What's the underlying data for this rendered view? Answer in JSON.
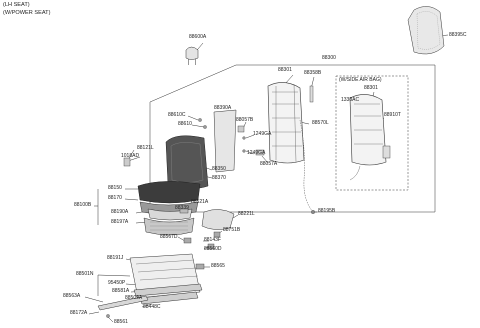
{
  "header": {
    "line1": "(LH SEAT)",
    "line2": "(W/POWER SEAT)"
  },
  "inset": {
    "title": "(W/SIDE AIR BAG)"
  },
  "labels": [
    {
      "key": "88600A",
      "text": "88600A"
    },
    {
      "key": "88395C",
      "text": "88395C"
    },
    {
      "key": "88300",
      "text": "88300"
    },
    {
      "key": "88301a",
      "text": "88301"
    },
    {
      "key": "88358B",
      "text": "88358B"
    },
    {
      "key": "88301b",
      "text": "88301"
    },
    {
      "key": "1338AC",
      "text": "1338AC"
    },
    {
      "key": "88910T",
      "text": "88910T"
    },
    {
      "key": "88390A",
      "text": "88390A"
    },
    {
      "key": "88610C",
      "text": "88610C"
    },
    {
      "key": "88610",
      "text": "88610"
    },
    {
      "key": "88057B",
      "text": "88057B"
    },
    {
      "key": "1249GA_a",
      "text": "1249GA"
    },
    {
      "key": "88570L",
      "text": "88570L"
    },
    {
      "key": "1249GA_b",
      "text": "1249GA"
    },
    {
      "key": "88057A",
      "text": "88057A"
    },
    {
      "key": "88121L",
      "text": "88121L"
    },
    {
      "key": "1018AD",
      "text": "1018AD"
    },
    {
      "key": "88350",
      "text": "88350"
    },
    {
      "key": "88370",
      "text": "88370"
    },
    {
      "key": "88150",
      "text": "88150"
    },
    {
      "key": "88170",
      "text": "88170"
    },
    {
      "key": "88100B",
      "text": "88100B"
    },
    {
      "key": "88190A",
      "text": "88190A"
    },
    {
      "key": "88197A",
      "text": "88197A"
    },
    {
      "key": "88521A",
      "text": "88521A"
    },
    {
      "key": "88339",
      "text": "88339"
    },
    {
      "key": "88221L",
      "text": "88221L"
    },
    {
      "key": "88195B",
      "text": "88195B"
    },
    {
      "key": "88567D",
      "text": "88567D"
    },
    {
      "key": "88751B",
      "text": "88751B"
    },
    {
      "key": "88143F",
      "text": "88143F"
    },
    {
      "key": "88560D",
      "text": "88560D"
    },
    {
      "key": "88191J",
      "text": "88191J"
    },
    {
      "key": "88565",
      "text": "88565"
    },
    {
      "key": "88501N",
      "text": "88501N"
    },
    {
      "key": "95450P",
      "text": "95450P"
    },
    {
      "key": "88581A",
      "text": "88581A"
    },
    {
      "key": "88563A",
      "text": "88563A"
    },
    {
      "key": "88509A",
      "text": "88509A"
    },
    {
      "key": "88448C",
      "text": "88448C"
    },
    {
      "key": "88172A",
      "text": "88172A"
    },
    {
      "key": "88561",
      "text": "88561"
    }
  ]
}
